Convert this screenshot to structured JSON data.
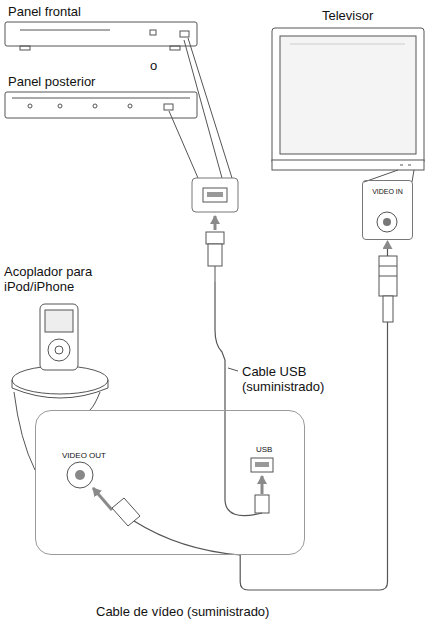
{
  "diagram": {
    "nodes": [
      {
        "text": [
          "VIDEO IN"
        ]
      },
      {
        "text": [
          "VIDEO OUT",
          "USB"
        ]
      }
    ],
    "edges": [
      {
        "from": 1,
        "to": 0,
        "arrow": "to"
      }
    ],
    "labels": [
      "Panel frontal",
      "o",
      "Panel posterior",
      "Televisor",
      "Acoplador para iPod/iPhone",
      "Cable USB (suministrado)",
      "Cable de vídeo (suministrado)"
    ]
  }
}
